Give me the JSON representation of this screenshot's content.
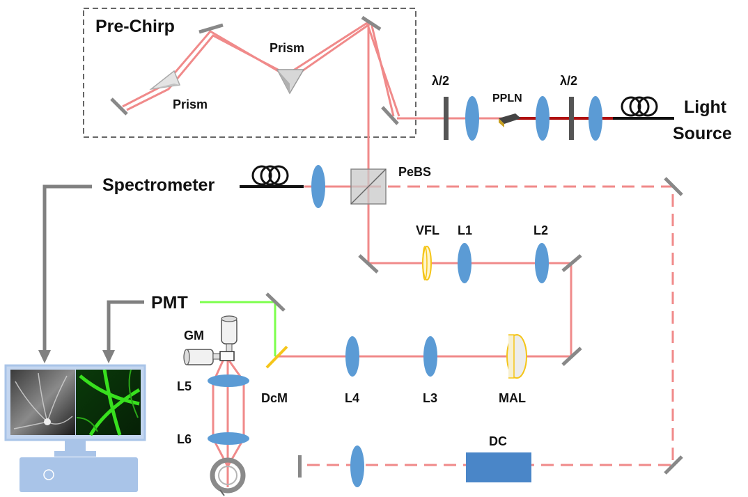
{
  "diagram": {
    "labels": {
      "pre_chirp": "Pre-Chirp",
      "prism_top": "Prism",
      "prism_left": "Prism",
      "half_wave_1": "λ/2",
      "half_wave_2": "λ/2",
      "ppln": "PPLN",
      "light_source_line1": "Light",
      "light_source_line2": "Source",
      "spectrometer": "Spectrometer",
      "pebs": "PeBS",
      "vfl": "VFL",
      "l1": "L1",
      "l2": "L2",
      "pmt": "PMT",
      "gm": "GM",
      "l5": "L5",
      "l6": "L6",
      "dcm": "DcM",
      "l4": "L4",
      "l3": "L3",
      "mal": "MAL",
      "dc": "DC"
    },
    "colors": {
      "beam": "#f08a8a",
      "beam_dark": "#b01010",
      "fluorescence": "#7cff4c",
      "lens": "#5b9bd5",
      "lens_yellow": "#f5c518",
      "mirror": "#888888",
      "fiber": "#111111",
      "arrow": "#808080",
      "monitor_frame": "#a9c4e8",
      "dc_block": "#4a86c8"
    },
    "icons": [
      "fiber-coil-icon",
      "monitor-icon",
      "eye-icon",
      "galvo-mirror-icon",
      "prism-icon"
    ]
  }
}
